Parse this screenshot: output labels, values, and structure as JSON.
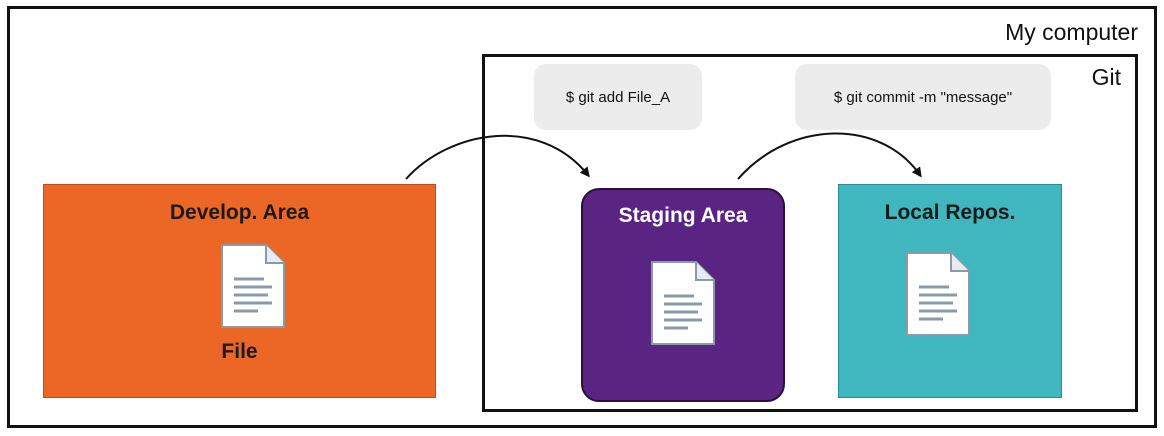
{
  "computer": {
    "label": "My computer"
  },
  "git": {
    "label": "Git"
  },
  "commands": {
    "add": "$ git add File_A",
    "commit": "$ git commit -m \"message\""
  },
  "areas": {
    "develop": {
      "title": "Develop. Area",
      "file_label": "File",
      "color": "#ec6625"
    },
    "staging": {
      "title": "Staging Area",
      "color": "#5a2482"
    },
    "local": {
      "title": "Local Repos.",
      "color": "#40b6be"
    }
  },
  "icons": {
    "document": "document-icon",
    "arrow": "curved-arrow"
  }
}
